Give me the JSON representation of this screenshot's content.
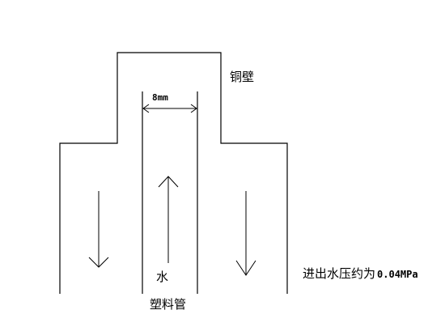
{
  "labels": {
    "copper_wall": "铜壁",
    "dimension": "8mm",
    "water": "水",
    "plastic_pipe": "塑料管",
    "pressure_prefix": "进出水压约为",
    "pressure_value": "0.04MPa"
  },
  "colors": {
    "line": "#000000",
    "background": "#ffffff"
  }
}
